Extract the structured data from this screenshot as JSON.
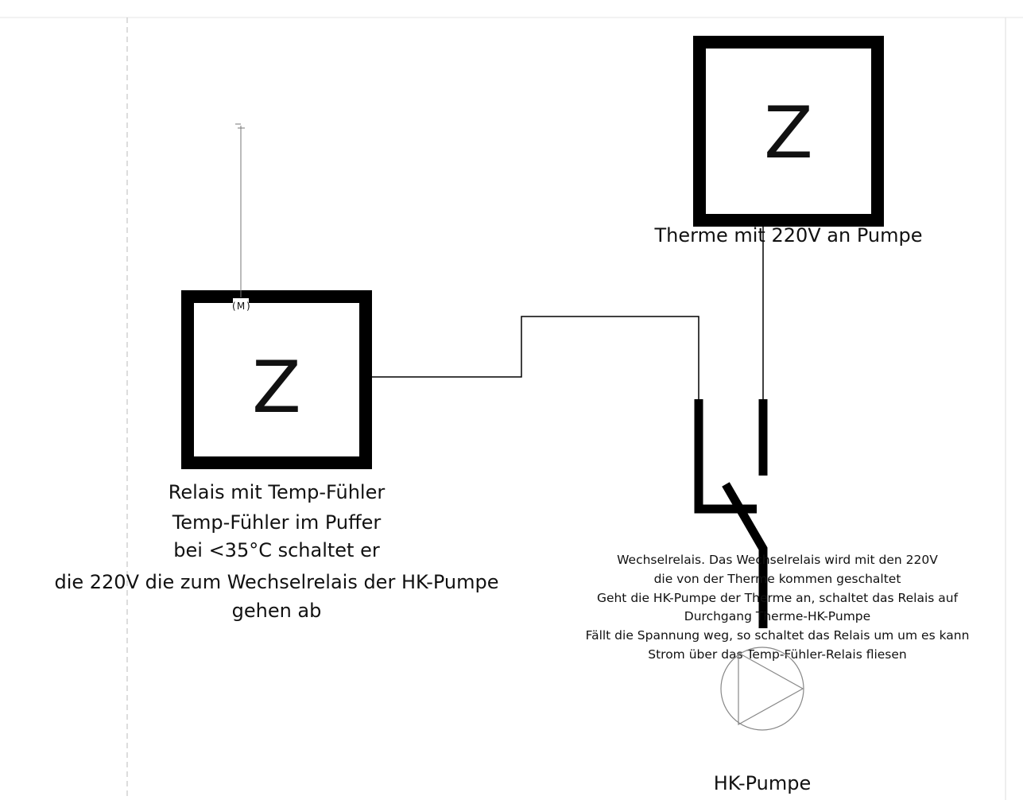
{
  "relay": {
    "symbol": "Z",
    "motor_label": "M",
    "caption": [
      "Relais mit Temp-Fühler",
      "Temp-Fühler im Puffer",
      "bei <35°C schaltet er",
      "die 220V die zum Wechselrelais der HK-Pumpe",
      "gehen ab"
    ]
  },
  "therme": {
    "symbol": "Z",
    "caption": "Therme mit 220V an Pumpe"
  },
  "changeover": {
    "caption": [
      "Wechselrelais. Das Wechselrelais wird mit den 220V",
      "die von der Therme kommen geschaltet",
      "Geht die HK-Pumpe der Therme an, schaltet das Relais auf",
      "Durchgang Therme-HK-Pumpe",
      "Fällt die Spannung weg, so schaltet das Relais um um es kann",
      "Strom über das Temp-Fühler-Relais fliesen"
    ]
  },
  "pump": {
    "caption": "HK-Pumpe"
  }
}
